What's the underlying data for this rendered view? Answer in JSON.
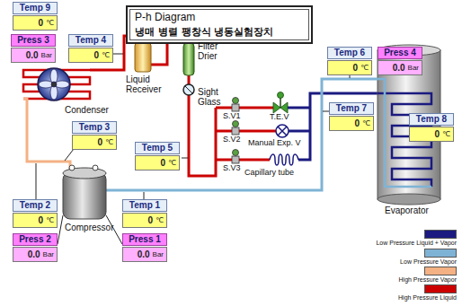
{
  "diagram": {
    "nodes": [
      {
        "text": [
          "P-h Diagram",
          "냉매 병렬 팽창식 냉동실험장치"
        ]
      },
      {
        "text": [
          "Temp 9",
          "0",
          "℃"
        ]
      },
      {
        "text": [
          "Press 3",
          "0.0",
          "Bar"
        ]
      },
      {
        "text": [
          "Temp 4",
          "0",
          "℃"
        ]
      },
      {
        "text": [
          "Temp 6",
          "0",
          "℃"
        ]
      },
      {
        "text": [
          "Press 4",
          "0.0",
          "Bar"
        ]
      },
      {
        "text": [
          "Temp 7",
          "0",
          "℃"
        ]
      },
      {
        "text": [
          "Temp 8",
          "0",
          "℃"
        ]
      },
      {
        "text": [
          "Temp 3",
          "0",
          "℃"
        ]
      },
      {
        "text": [
          "Temp 5",
          "0",
          "℃"
        ]
      },
      {
        "text": [
          "Temp 2",
          "0",
          "℃"
        ]
      },
      {
        "text": [
          "Temp 1",
          "0",
          "℃"
        ]
      },
      {
        "text": [
          "Press 2",
          "0.0",
          "Bar"
        ]
      },
      {
        "text": [
          "Press 1",
          "0.0",
          "Bar"
        ]
      }
    ],
    "labels": [
      "Condenser",
      "Liquid Receiver",
      "Filter Drier",
      "Sight Glass",
      "S.V1",
      "T.E.V",
      "S.V2",
      "Manual Exp. V",
      "S.V3",
      "Capillary tube",
      "Compressor",
      "Evaporator"
    ],
    "legend": [
      {
        "text": "Low Pressure Liquid + Vapor",
        "color": "#1a1a80"
      },
      {
        "text": "Low Pressure Vapor",
        "color": "#7fb3d5"
      },
      {
        "text": "High Pressure Vapor",
        "color": "#f4b183"
      },
      {
        "text": "High Pressure Liquid",
        "color": "#cc0000"
      }
    ]
  }
}
